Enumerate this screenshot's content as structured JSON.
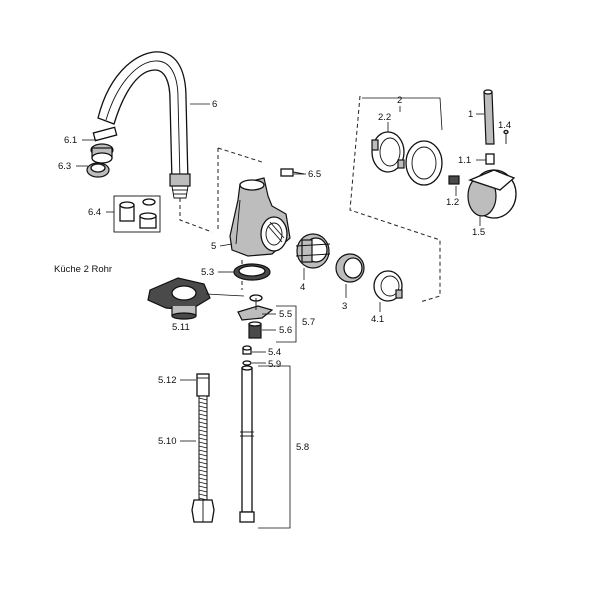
{
  "title": "Küche 2 Rohr",
  "labels": {
    "l_6": "6",
    "l_6_1": "6.1",
    "l_6_3": "6.3",
    "l_6_4": "6.4",
    "l_6_5": "6.5",
    "l_2": "2",
    "l_2_2": "2.2",
    "l_1": "1",
    "l_1_4": "1.4",
    "l_1_1": "1.1",
    "l_1_2": "1.2",
    "l_1_5": "1.5",
    "l_5": "5",
    "l_5_3": "5.3",
    "l_4": "4",
    "l_3": "3",
    "l_4_1": "4.1",
    "l_5_11": "5.11",
    "l_5_5": "5.5",
    "l_5_6": "5.6",
    "l_5_7": "5.7",
    "l_5_4": "5.4",
    "l_5_9": "5.9",
    "l_5_12": "5.12",
    "l_5_10": "5.10",
    "l_5_8": "5.8"
  }
}
